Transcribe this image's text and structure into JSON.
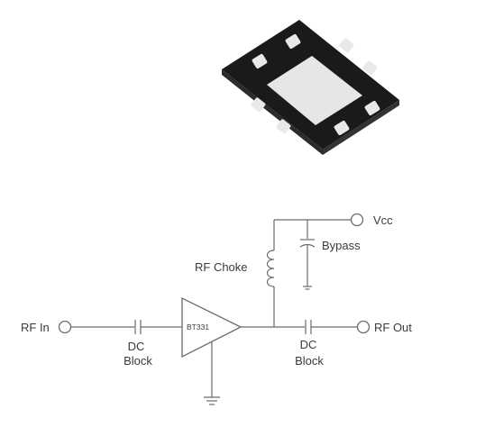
{
  "labels": {
    "vcc": "Vcc",
    "bypass": "Bypass",
    "rf_choke": "RF Choke",
    "rf_in": "RF In",
    "rf_out": "RF Out",
    "amplifier": "BT331",
    "dc_block_in_line1": "DC",
    "dc_block_in_line2": "Block",
    "dc_block_out_line1": "DC",
    "dc_block_out_line2": "Block"
  },
  "colors": {
    "package_body": "#1c1c1c",
    "package_pad": "#e9e9e9",
    "wire": "#6b6b6b",
    "text": "#3a3a3a"
  }
}
